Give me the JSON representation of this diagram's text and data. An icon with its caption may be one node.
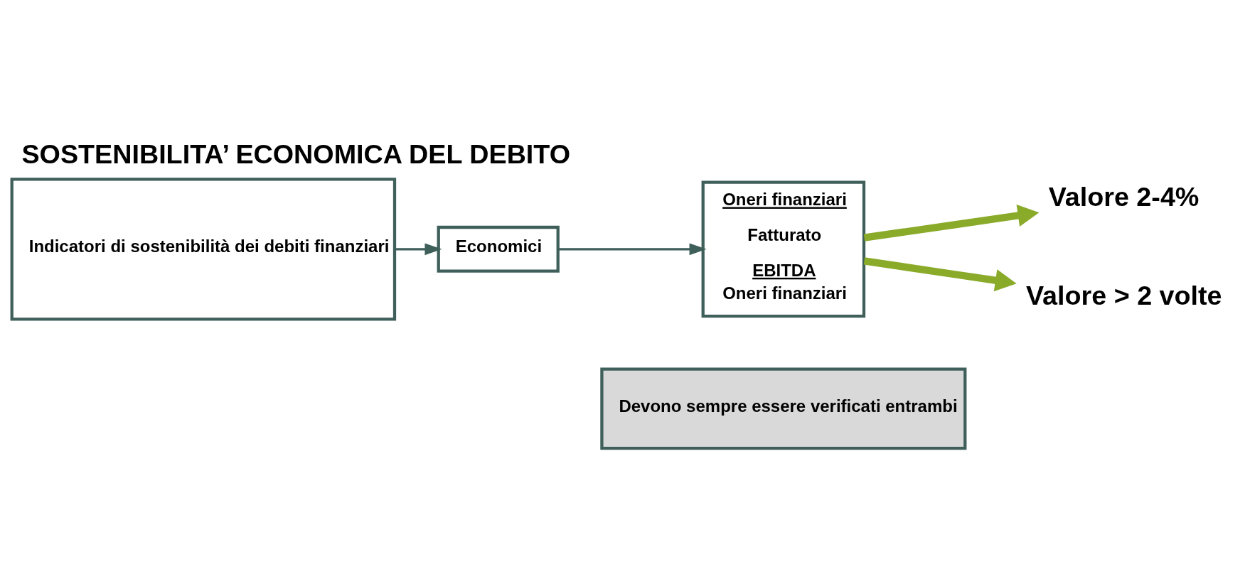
{
  "diagram": {
    "title": "SOSTENIBILITA’ ECONOMICA DEL DEBITO",
    "nodes": [
      {
        "text": [
          "Indicatori di sostenibilità dei debiti finanziari"
        ]
      },
      {
        "text": [
          "Economici"
        ]
      },
      {
        "text": [
          "Oneri finanziari",
          "Fatturato",
          "EBITDA",
          "Oneri finanziari"
        ]
      },
      {
        "text": [
          "Valore 2-4%"
        ]
      },
      {
        "text": [
          "Valore > 2 volte"
        ]
      },
      {
        "text": [
          "Devono sempre essere verificati entrambi"
        ]
      }
    ],
    "edges": [
      {
        "from": 0,
        "to": 1,
        "arrow": "to"
      },
      {
        "from": 1,
        "to": 2,
        "arrow": "to"
      },
      {
        "from": 2,
        "to": 3,
        "arrow": "to",
        "style": "thick",
        "color": "#8aaa2a"
      },
      {
        "from": 2,
        "to": 4,
        "arrow": "to",
        "style": "thick",
        "color": "#8aaa2a"
      }
    ]
  }
}
